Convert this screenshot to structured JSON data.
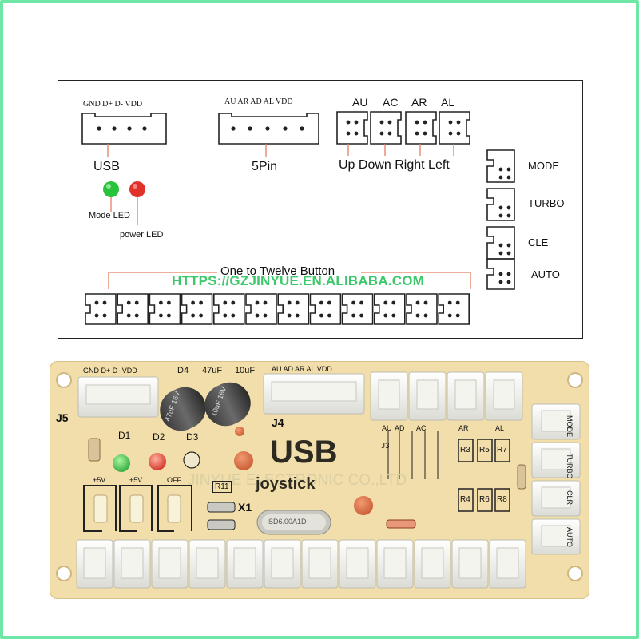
{
  "schematic": {
    "usb_pins": "GND D+ D- VDD",
    "usb_label": "USB",
    "fivepin_pins": "AU AR AD AL VDD",
    "fivepin_label": "5Pin",
    "dir_codes": [
      "AU",
      "AC",
      "AR",
      "AL"
    ],
    "dir_labels": "Up Down Right Left",
    "mode_led": "Mode LED",
    "power_led": "power LED",
    "side_labels": [
      "MODE",
      "TURBO",
      "CLE",
      "AUTO"
    ],
    "buttons_label": "One to Twelve Button"
  },
  "watermark": "HTTPS://GZJINYUE.EN.ALIBABA.COM",
  "pcb": {
    "j5": "J5",
    "j4": "J4",
    "usb_pins": "GND D+ D- VDD",
    "top_pins": "AU AD AR AL VDD",
    "d4": "D4",
    "cap1": "47uF",
    "cap2": "10uF",
    "d1": "D1",
    "d2": "D2",
    "d3": "D3",
    "plus5v_a": "+5V",
    "plus5v_b": "+5V",
    "off": "OFF",
    "r11": "R11",
    "x1": "X1",
    "crystal": "SD6.00A1D",
    "usb_big": "USB",
    "joystick": "joystick",
    "mid_pins": [
      "AU",
      "AD",
      "AC",
      "AR",
      "AL"
    ],
    "j3": "J3",
    "resistors_top": [
      "R3",
      "R5",
      "R7"
    ],
    "resistors_bottom": [
      "R4",
      "R6",
      "R8"
    ],
    "side_labels": [
      "MODE",
      "TURBO",
      "CLR",
      "AUTO"
    ],
    "faint_text": "JINYUE ELECTRONIC CO.,LTD"
  },
  "colors": {
    "pcb": "#f2deaa",
    "led_green": "#29c23b",
    "led_red": "#e0322a",
    "watermark": "#29c35b"
  }
}
